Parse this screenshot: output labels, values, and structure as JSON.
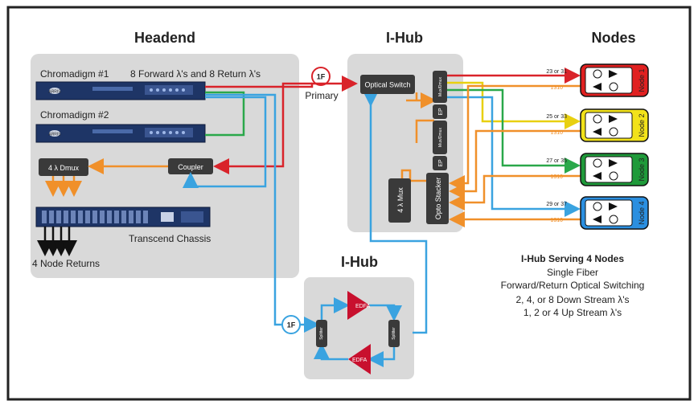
{
  "sections": {
    "headend": "Headend",
    "ihub_top": "I-Hub",
    "nodes": "Nodes",
    "ihub_bottom": "I-Hub"
  },
  "headend": {
    "chromadigm1": "Chromadigm #1",
    "lambdas_note": "8 Forward λ's and 8 Return λ's",
    "chromadigm2": "Chromadigm #2",
    "dmux": "4 λ Dmux",
    "coupler": "Coupler",
    "chassis": "Transcend Chassis",
    "returns": "4 Node Returns",
    "rack_badge": "ARRIS"
  },
  "fiber": {
    "badge": "1F",
    "primary": "Primary",
    "badge2": "1F"
  },
  "ihub": {
    "optical_switch": "Optical Switch",
    "mux_dmux": "Mux/Dmux",
    "mux_dmux2": "Mux/Dmux",
    "ep": "EP",
    "ep2": "EP",
    "mux4": "4 λ Mux",
    "opto_stacker": "Opto Stacker",
    "splitter_left": "Splitter",
    "splitter_right": "Splitter",
    "edfa_top": "EDFA",
    "edfa_bottom": "EDFA"
  },
  "nodes": [
    {
      "label": "Node 1",
      "fwd": "23 or 31",
      "ret": "1310",
      "color": "#e02020"
    },
    {
      "label": "Node 2",
      "fwd": "25 or 33",
      "ret": "1310",
      "color": "#f2e21a"
    },
    {
      "label": "Node 3",
      "fwd": "27 or 35",
      "ret": "1310",
      "color": "#1f9a3a"
    },
    {
      "label": "Node 4",
      "fwd": "29 or 37",
      "ret": "1310",
      "color": "#2b8fe0"
    }
  ],
  "info": {
    "title": "I-Hub Serving 4 Nodes",
    "line1": "Single Fiber",
    "line2": "Forward/Return Optical Switching",
    "line3": "2, 4, or 8 Down Stream λ's",
    "line4": "1, 2  or 4 Up Stream λ's"
  },
  "colors": {
    "red": "#d9232a",
    "orange": "#f0902a",
    "blue": "#3aa3e0",
    "green": "#2aa84a",
    "yellow": "#f2e21a",
    "panel": "#d9d9d9",
    "device": "#3a3a3a",
    "edfa": "#c8102e"
  }
}
